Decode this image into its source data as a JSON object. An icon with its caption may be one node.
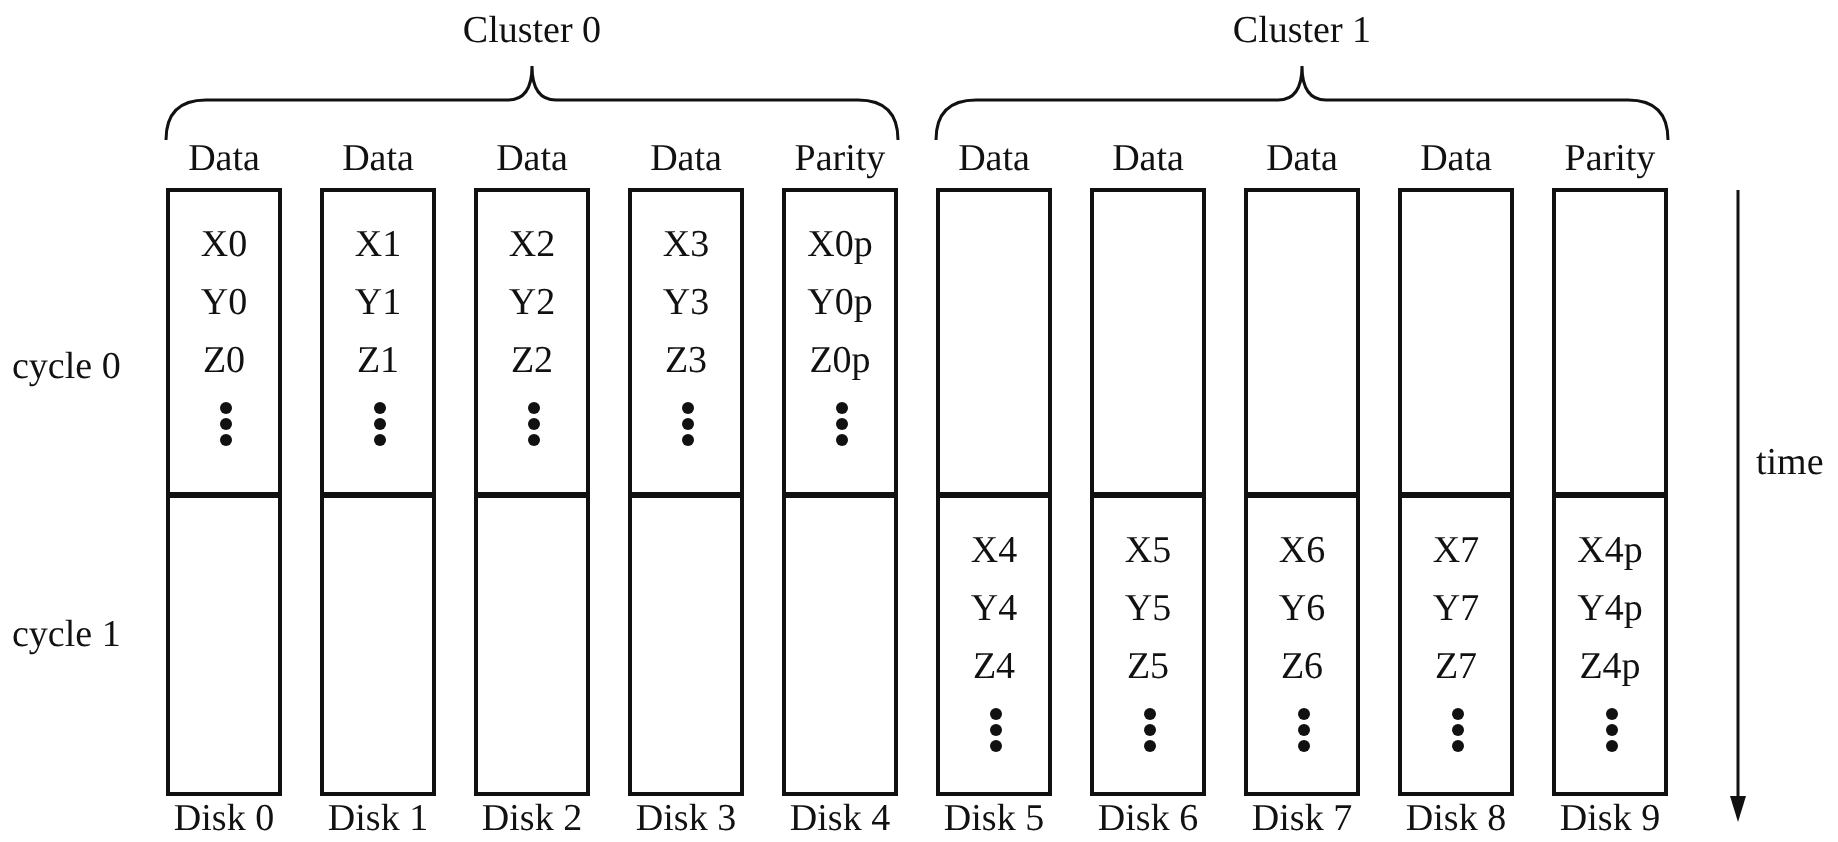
{
  "diagram": {
    "nodes": [
      {
        "text": [
          "Data"
        ],
        "beside": [
          "Disk 0"
        ]
      },
      {
        "text": [
          "X0 Y0 Z0"
        ],
        "in": 0
      },
      {
        "text": [],
        "shape": "box",
        "in": 0
      },
      {
        "text": [
          "Data"
        ],
        "beside": [
          "Disk 1"
        ]
      },
      {
        "text": [
          "X1 Y1 Z1"
        ],
        "in": 3
      },
      {
        "text": [],
        "shape": "box",
        "in": 3
      },
      {
        "text": [
          "Data"
        ],
        "beside": [
          "Disk 2"
        ]
      },
      {
        "text": [
          "X2 Y2 Z2"
        ],
        "in": 6
      },
      {
        "text": [],
        "shape": "box",
        "in": 6
      },
      {
        "text": [
          "Data"
        ],
        "beside": [
          "Disk 3"
        ]
      },
      {
        "text": [
          "X3 Y3 Z3"
        ],
        "in": 9
      },
      {
        "text": [],
        "shape": "box",
        "in": 9
      },
      {
        "text": [
          "Parity"
        ],
        "beside": [
          "Disk 4"
        ]
      },
      {
        "text": [
          "X0p Y0p Z0p"
        ],
        "in": 12
      },
      {
        "text": [],
        "shape": "box",
        "in": 12
      },
      {
        "text": [
          "Data"
        ],
        "beside": [
          "Disk 5"
        ]
      },
      {
        "text": [],
        "shape": "box",
        "in": 15
      },
      {
        "text": [
          "X4 Y4 Z4"
        ],
        "in": 15
      },
      {
        "text": [
          "Data"
        ],
        "beside": [
          "Disk 6"
        ]
      },
      {
        "text": [],
        "shape": "box",
        "in": 18
      },
      {
        "text": [
          "X5 Y5 Z5"
        ],
        "in": 18
      },
      {
        "text": [
          "Data"
        ],
        "beside": [
          "Disk 7"
        ]
      },
      {
        "text": [],
        "shape": "box",
        "in": 21
      },
      {
        "text": [
          "X6 Y6 Z6"
        ],
        "in": 21
      },
      {
        "text": [
          "Data"
        ],
        "beside": [
          "Disk 8"
        ]
      },
      {
        "text": [],
        "shape": "box",
        "in": 24
      },
      {
        "text": [
          "X7 Y7 Z7"
        ],
        "in": 24
      },
      {
        "text": [
          "Parity"
        ],
        "beside": [
          "Disk 9"
        ]
      },
      {
        "text": [],
        "shape": "box",
        "in": 27
      },
      {
        "text": [
          "X4p Y4p Z4p"
        ],
        "in": 27
      }
    ],
    "labels": [
      "Cluster 0",
      "Cluster 1",
      "cycle 0",
      "cycle 1",
      "time"
    ]
  }
}
